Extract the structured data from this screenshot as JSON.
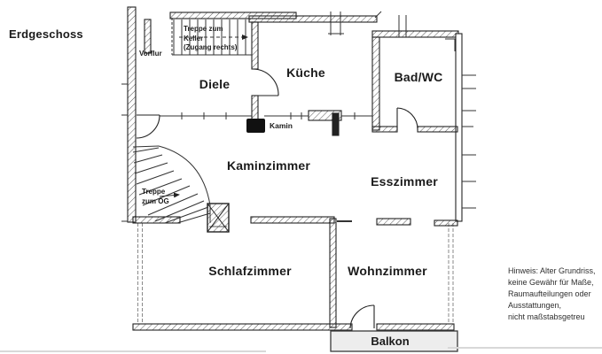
{
  "page": {
    "title": "Erdgeschoss"
  },
  "floorplan": {
    "rooms": [
      {
        "id": "vorflur",
        "label": "Vorflur"
      },
      {
        "id": "diele",
        "label": "Diele"
      },
      {
        "id": "kueche",
        "label": "Küche"
      },
      {
        "id": "bad_wc",
        "label": "Bad/WC"
      },
      {
        "id": "kaminzimmer",
        "label": "Kaminzimmer"
      },
      {
        "id": "esszimmer",
        "label": "Esszimmer"
      },
      {
        "id": "schlafzimmer",
        "label": "Schlafzimmer"
      },
      {
        "id": "wohnzimmer",
        "label": "Wohnzimmer"
      },
      {
        "id": "balkon",
        "label": "Balkon"
      }
    ],
    "annotations": {
      "treppe_keller": {
        "line1": "Treppe zum",
        "line2": "Keller",
        "line3": "(Zugang rechts)"
      },
      "treppe_og": {
        "line1": "Treppe",
        "line2": "zum OG"
      },
      "kamin": "Kamin"
    },
    "colors": {
      "wall": "#222222",
      "kamin_fill": "#111111",
      "balkon_fill": "#ededed"
    }
  },
  "note": {
    "lines": [
      "Hinweis: Alter Grundriss,",
      "keine Gewähr für Maße,",
      "Raumaufteilungen oder",
      "Ausstattungen,",
      "nicht maßstabsgetreu"
    ]
  }
}
